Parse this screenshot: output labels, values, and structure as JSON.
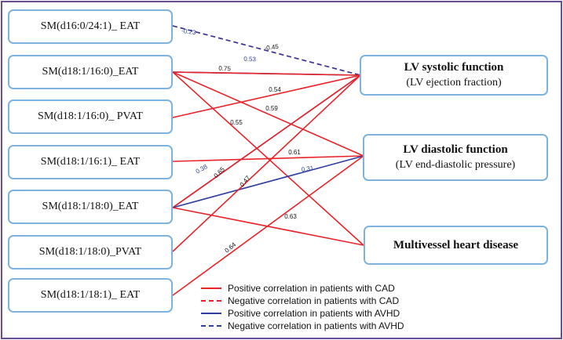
{
  "colors": {
    "cad": "#e8242a",
    "avhd": "#2f3da0",
    "box_border": "#7fb3df",
    "frame": "#6a4c93"
  },
  "left_nodes": [
    {
      "id": "sm-d16-0-24-1-eat",
      "label": "SM(d16:0/24:1)_ EAT"
    },
    {
      "id": "sm-d18-1-16-0-eat",
      "label": "SM(d18:1/16:0)_EAT"
    },
    {
      "id": "sm-d18-1-16-0-pvat",
      "label": "SM(d18:1/16:0)_ PVAT"
    },
    {
      "id": "sm-d18-1-16-1-eat",
      "label": "SM(d18:1/16:1)_ EAT"
    },
    {
      "id": "sm-d18-1-18-0-eat",
      "label": "SM(d18:1/18:0)_EAT"
    },
    {
      "id": "sm-d18-1-18-0-pvat",
      "label": "SM(d18:1/18:0)_PVAT"
    },
    {
      "id": "sm-d18-1-18-1-eat",
      "label": "SM(d18:1/18:1)_ EAT"
    }
  ],
  "right_nodes": [
    {
      "id": "lv-systolic",
      "title": "LV systolic function",
      "subtitle": "(LV ejection fraction)"
    },
    {
      "id": "lv-diastolic",
      "title": "LV diastolic function",
      "subtitle": "(LV end-diastolic pressure)"
    },
    {
      "id": "multivessel",
      "title": "Multivessel heart disease",
      "subtitle": ""
    }
  ],
  "edges": [
    {
      "from": 0,
      "to": 0,
      "group": "cad",
      "sign": "negative",
      "value": "-0.45"
    },
    {
      "from": 0,
      "to": 0,
      "group": "avhd",
      "sign": "negative",
      "value": "-0.23"
    },
    {
      "from": 1,
      "to": 0,
      "group": "avhd",
      "sign": "positive",
      "value": "0.53"
    },
    {
      "from": 1,
      "to": 0,
      "group": "cad",
      "sign": "positive",
      "value": "0.75"
    },
    {
      "from": 1,
      "to": 1,
      "group": "cad",
      "sign": "positive",
      "value": "0.59"
    },
    {
      "from": 1,
      "to": 2,
      "group": "cad",
      "sign": "positive",
      "value": "0.55"
    },
    {
      "from": 2,
      "to": 0,
      "group": "cad",
      "sign": "positive",
      "value": "0.54"
    },
    {
      "from": 3,
      "to": 1,
      "group": "cad",
      "sign": "positive",
      "value": "0.61"
    },
    {
      "from": 4,
      "to": 0,
      "group": "avhd",
      "sign": "positive",
      "value": "0.38"
    },
    {
      "from": 4,
      "to": 0,
      "group": "cad",
      "sign": "positive",
      "value": "0.65"
    },
    {
      "from": 4,
      "to": 1,
      "group": "avhd",
      "sign": "positive",
      "value": "0.31"
    },
    {
      "from": 4,
      "to": 2,
      "group": "cad",
      "sign": "positive",
      "value": "0.63"
    },
    {
      "from": 5,
      "to": 0,
      "group": "cad",
      "sign": "positive",
      "value": "0.47"
    },
    {
      "from": 6,
      "to": 1,
      "group": "cad",
      "sign": "positive",
      "value": "0.64"
    }
  ],
  "legend": [
    {
      "label": "Positive correlation in patients with CAD",
      "group": "cad",
      "sign": "positive"
    },
    {
      "label": "Negative correlation in patients with CAD",
      "group": "cad",
      "sign": "negative"
    },
    {
      "label": "Positive correlation in patients with AVHD",
      "group": "avhd",
      "sign": "positive"
    },
    {
      "label": "Negative correlation in patients with AVHD",
      "group": "avhd",
      "sign": "negative"
    }
  ]
}
